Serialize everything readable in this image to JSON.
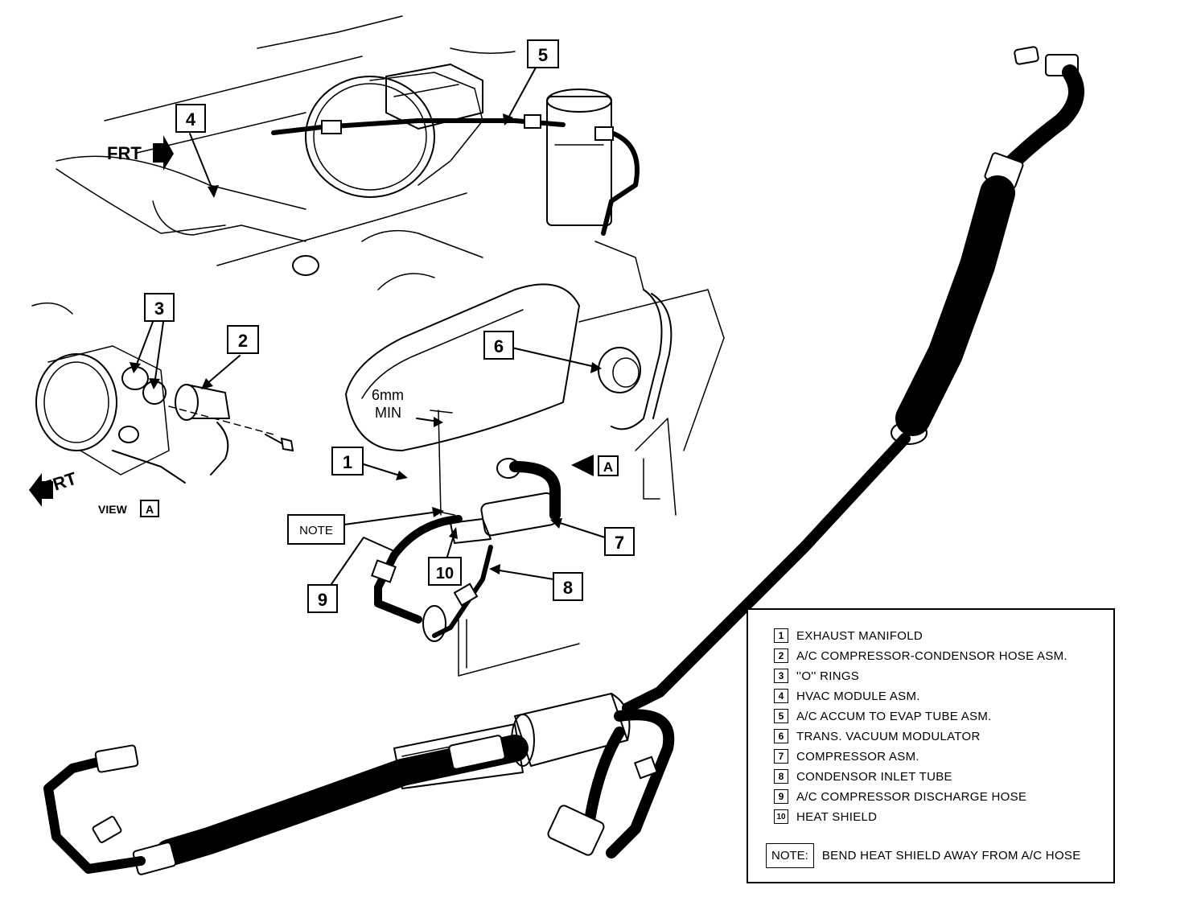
{
  "callouts": {
    "c1": "1",
    "c2": "2",
    "c3": "3",
    "c4": "4",
    "c5": "5",
    "c6": "6",
    "c7": "7",
    "c8": "8",
    "c9": "9",
    "c10": "10"
  },
  "annotations": {
    "frt_top": "FRT",
    "frt_left": "FRT",
    "view_label": "VIEW",
    "view_letter": "A",
    "arrow_letter": "A",
    "dimension_line1": "6mm",
    "dimension_line2": "MIN",
    "note_label": "NOTE"
  },
  "legend": {
    "items": [
      {
        "num": "1",
        "text": "EXHAUST MANIFOLD"
      },
      {
        "num": "2",
        "text": "A/C COMPRESSOR-CONDENSOR HOSE ASM."
      },
      {
        "num": "3",
        "text": "''O'' RINGS"
      },
      {
        "num": "4",
        "text": "HVAC MODULE ASM."
      },
      {
        "num": "5",
        "text": "A/C ACCUM TO EVAP TUBE ASM."
      },
      {
        "num": "6",
        "text": "TRANS. VACUUM MODULATOR"
      },
      {
        "num": "7",
        "text": "COMPRESSOR ASM."
      },
      {
        "num": "8",
        "text": "CONDENSOR INLET TUBE"
      },
      {
        "num": "9",
        "text": "A/C COMPRESSOR DISCHARGE HOSE"
      },
      {
        "num": "10",
        "text": "HEAT SHIELD"
      }
    ],
    "note_label": "NOTE:",
    "note_text": "BEND HEAT SHIELD AWAY FROM A/C HOSE"
  }
}
